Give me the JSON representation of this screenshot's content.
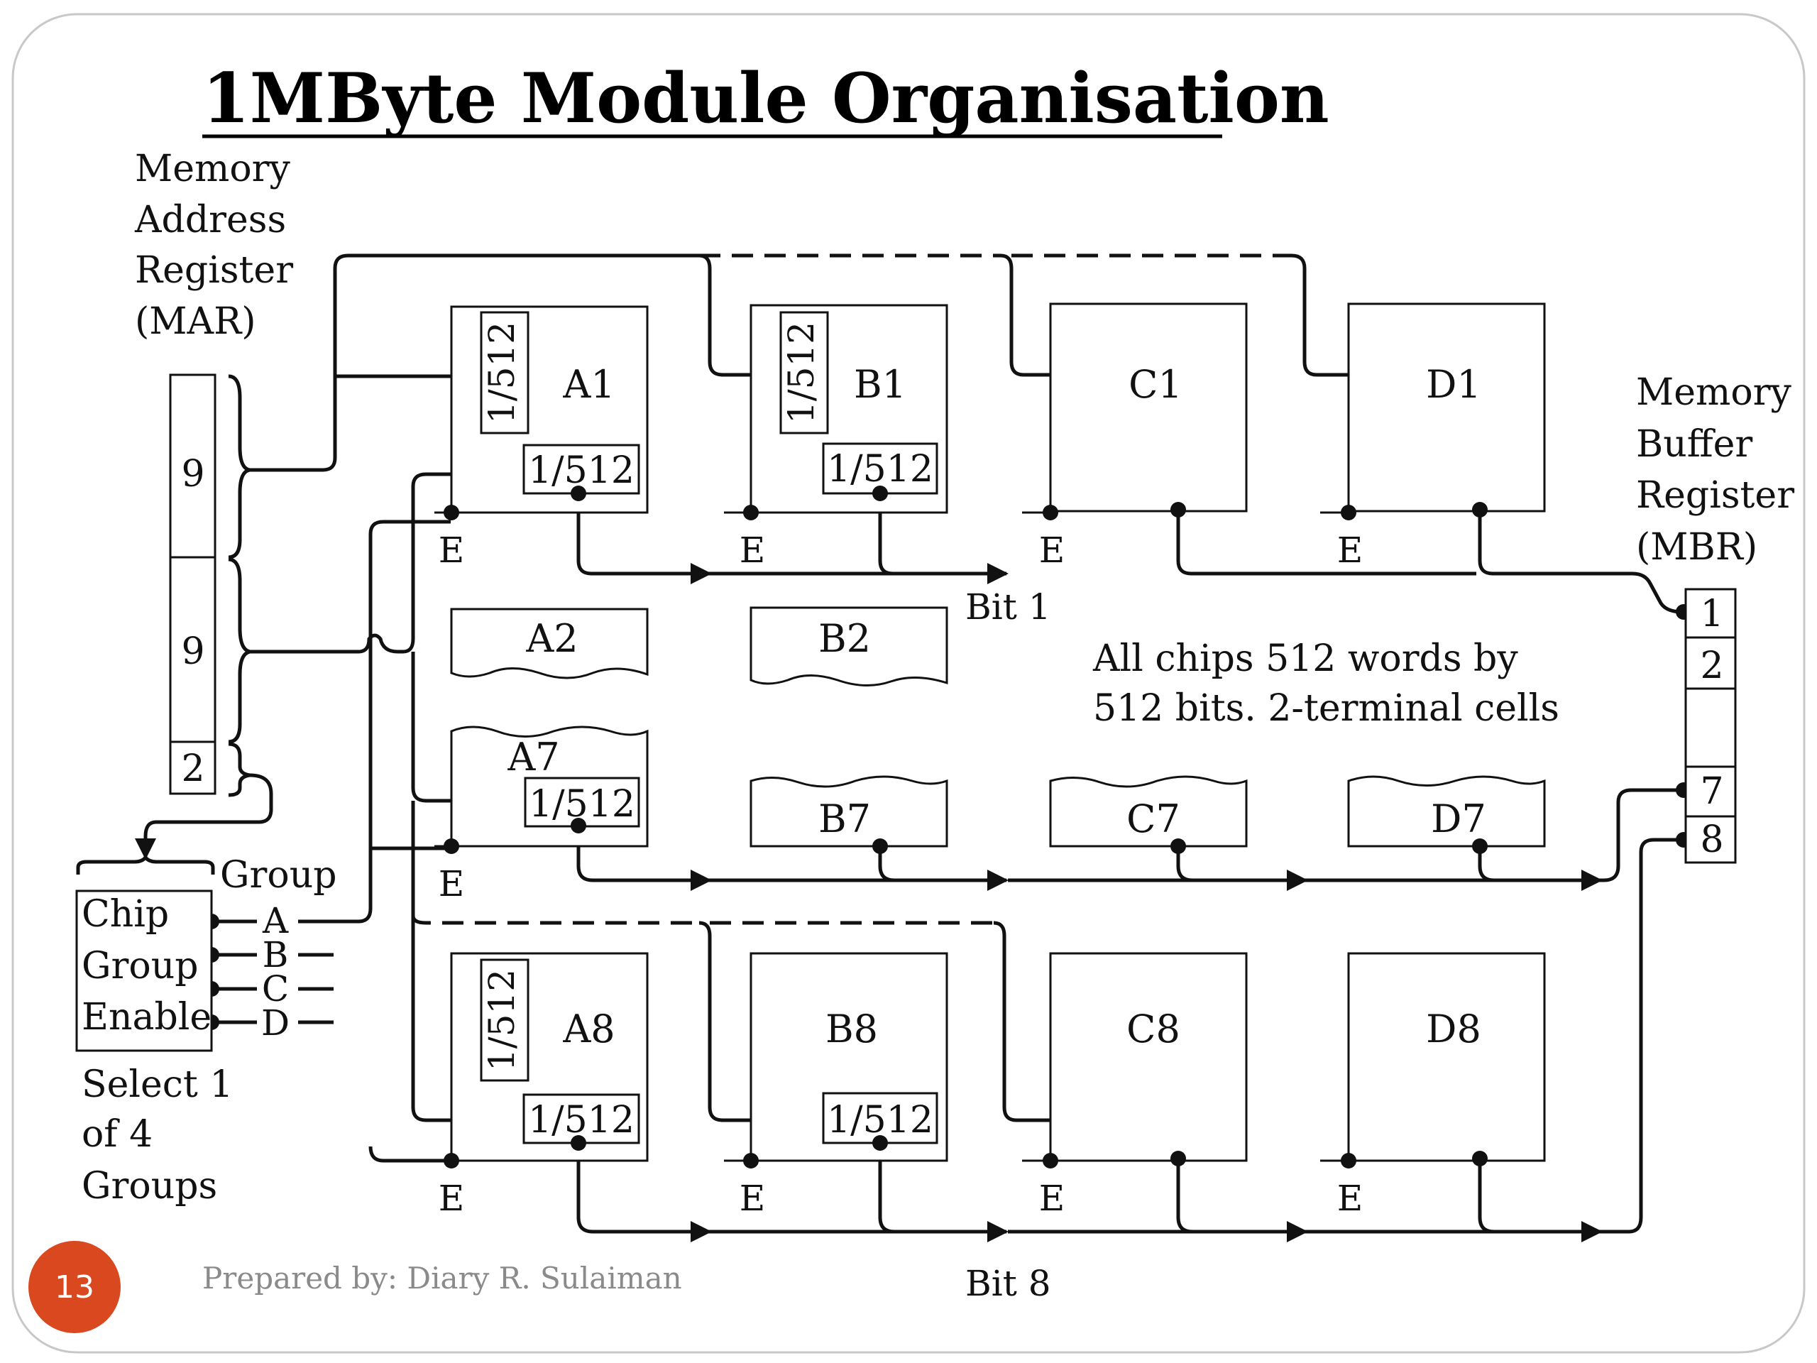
{
  "title": "1MByte Module Organisation",
  "mar_label": [
    "Memory",
    "Address",
    "Register",
    "(MAR)"
  ],
  "mar_fields": [
    "9",
    "9",
    "2"
  ],
  "mbr_label": [
    "Memory",
    "Buffer",
    "Register",
    "(MBR)"
  ],
  "mbr_bits": [
    "1",
    "2",
    "7",
    "8"
  ],
  "chips": {
    "row1": [
      "A1",
      "B1",
      "C1",
      "D1"
    ],
    "row2": [
      "A2",
      "B2"
    ],
    "row7": [
      "A7",
      "B7",
      "C7",
      "D7"
    ],
    "row8": [
      "A8",
      "B8",
      "C8",
      "D8"
    ]
  },
  "decoder": "1/512",
  "enable": "E",
  "bit1": "Bit 1",
  "bit8": "Bit 8",
  "note": [
    "All chips 512 words by",
    "512 bits. 2-terminal cells"
  ],
  "group": {
    "heading": "Group",
    "lines": [
      "A",
      "B",
      "C",
      "D"
    ],
    "box": [
      "Chip",
      "Group",
      "Enable"
    ],
    "caption": [
      "Select 1",
      "of 4",
      "Groups"
    ]
  },
  "footer": "Prepared by: Diary R. Sulaiman",
  "page_number": "13",
  "colors": {
    "page_badge": "#d9481f",
    "frame": "#c8c8c8",
    "ink": "#111111",
    "footer_text": "#8a8a8a"
  }
}
